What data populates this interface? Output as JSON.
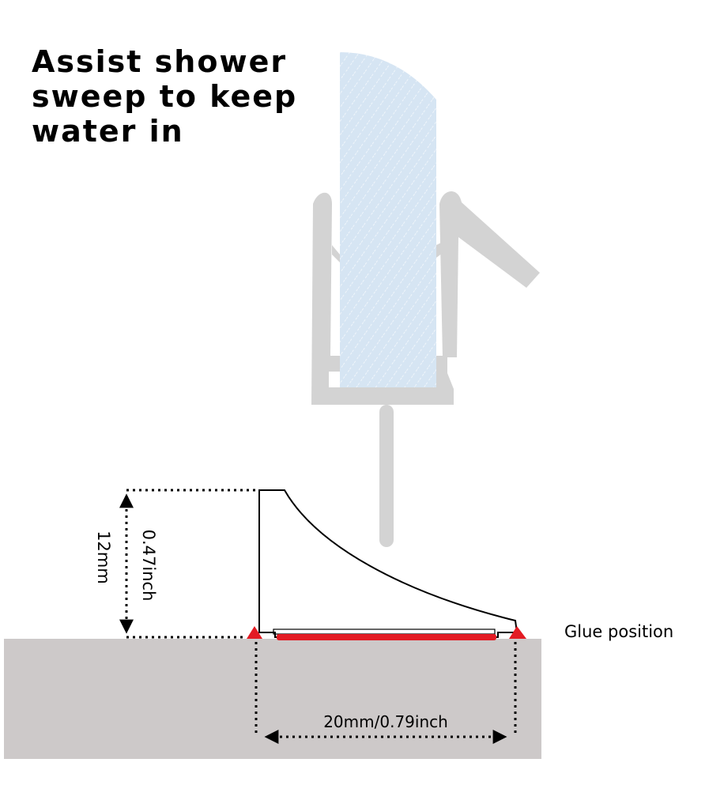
{
  "heading": {
    "lines": [
      "Assist shower",
      "sweep to keep",
      "water in"
    ]
  },
  "labels": {
    "height_mm": "12mm",
    "height_inch": "0.47inch",
    "width": "20mm/0.79inch",
    "glue": "Glue position"
  },
  "colors": {
    "glass": "#d6e5f3",
    "seal": "#d3d3d3",
    "floor": "#cdc9c9",
    "glue": "#e31b23",
    "outline": "#000000"
  }
}
